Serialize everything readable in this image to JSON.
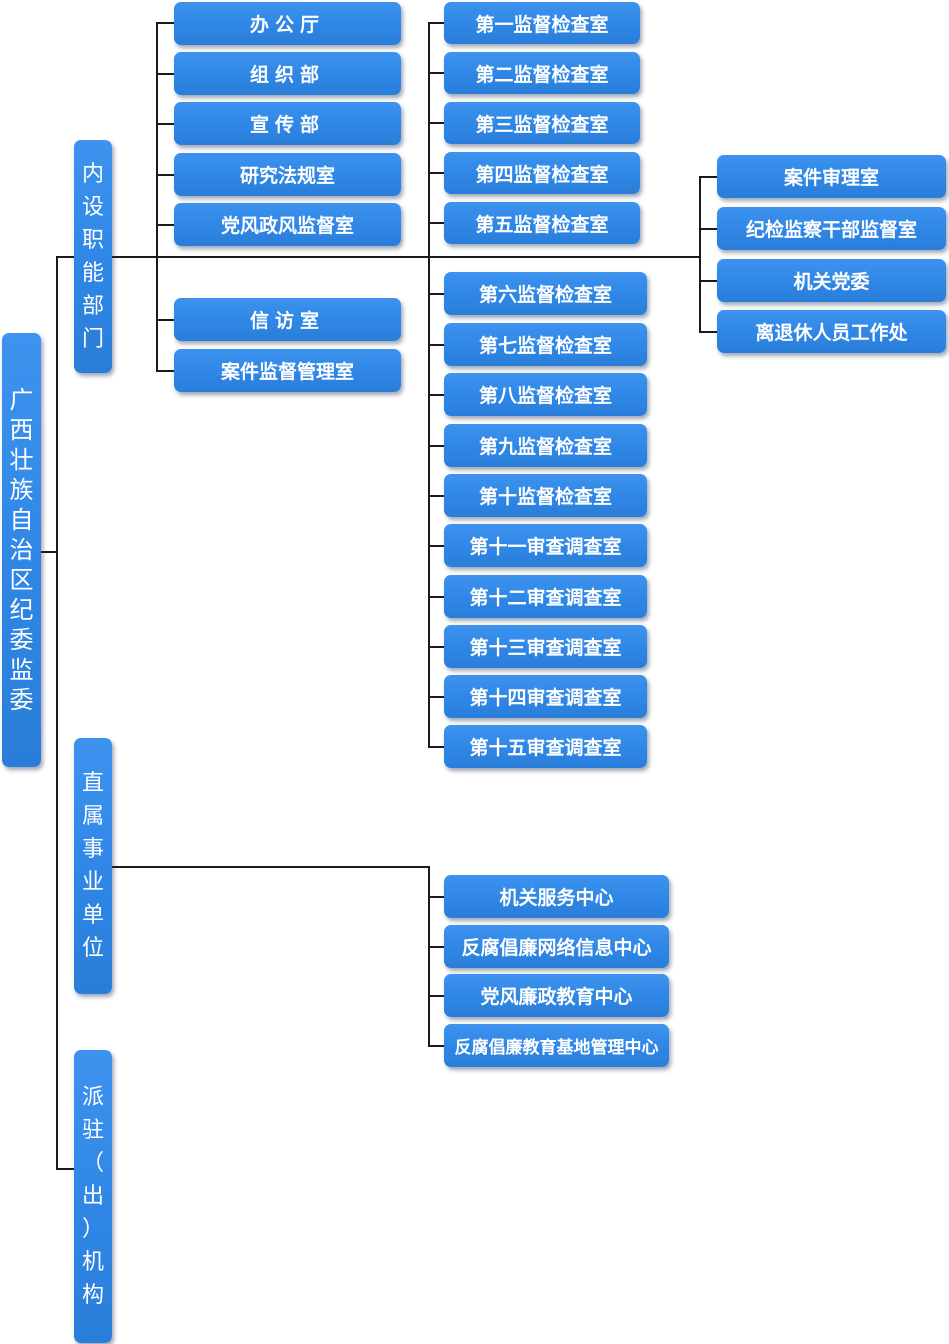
{
  "root": "广西壮族自治区纪委监委",
  "categories": {
    "internal": "内设职能部门",
    "affiliated": "直属事业单位",
    "dispatched": "派驻（出）机构"
  },
  "internal_group_a": [
    "办公厅",
    "组织部",
    "宣传部",
    "研究法规室",
    "党风政风监督室",
    "信访室",
    "案件监督管理室"
  ],
  "inspection_rooms": [
    "第一监督检查室",
    "第二监督检查室",
    "第三监督检查室",
    "第四监督检查室",
    "第五监督检查室",
    "第六监督检查室",
    "第七监督检查室",
    "第八监督检查室",
    "第九监督检查室",
    "第十监督检查室",
    "第十一审查调查室",
    "第十二审查调查室",
    "第十三审查调查室",
    "第十四审查调查室",
    "第十五审查调查室"
  ],
  "internal_group_c": [
    "案件审理室",
    "纪检监察干部监督室",
    "机关党委",
    "离退休人员工作处"
  ],
  "affiliated_units": [
    "机关服务中心",
    "反腐倡廉网络信息中心",
    "党风廉政教育中心",
    "反腐倡廉教育基地管理中心"
  ],
  "colors": {
    "box": "#2f86e5",
    "line": "#1a1a1a",
    "text": "#ffffff"
  }
}
